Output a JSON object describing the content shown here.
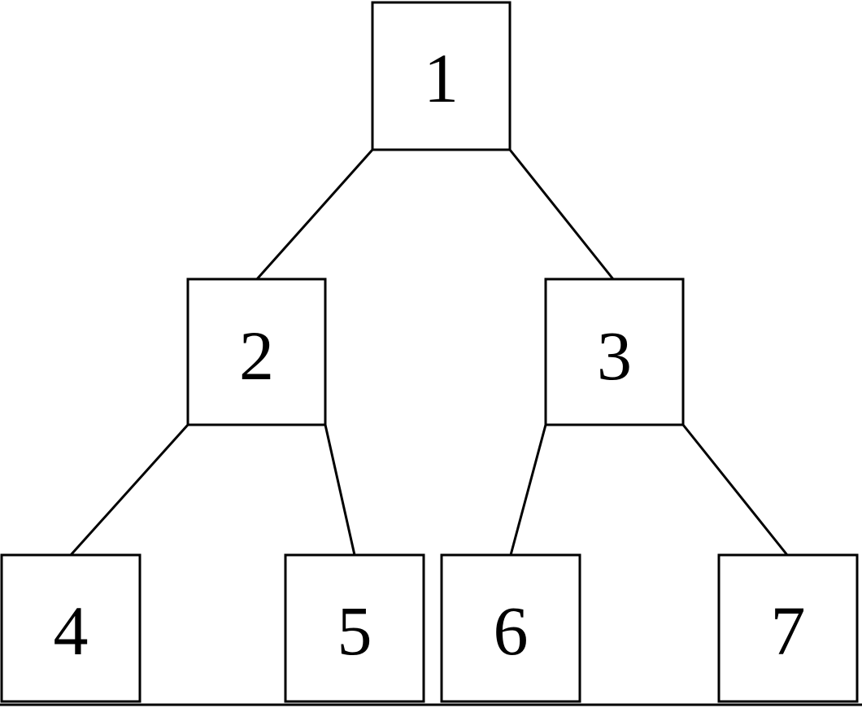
{
  "tree": {
    "nodes": [
      {
        "id": "1",
        "label": "1"
      },
      {
        "id": "2",
        "label": "2"
      },
      {
        "id": "3",
        "label": "3"
      },
      {
        "id": "4",
        "label": "4"
      },
      {
        "id": "5",
        "label": "5"
      },
      {
        "id": "6",
        "label": "6"
      },
      {
        "id": "7",
        "label": "7"
      }
    ],
    "edges": [
      {
        "from": "1",
        "to": "2"
      },
      {
        "from": "1",
        "to": "3"
      },
      {
        "from": "2",
        "to": "4"
      },
      {
        "from": "2",
        "to": "5"
      },
      {
        "from": "3",
        "to": "6"
      },
      {
        "from": "3",
        "to": "7"
      }
    ]
  }
}
